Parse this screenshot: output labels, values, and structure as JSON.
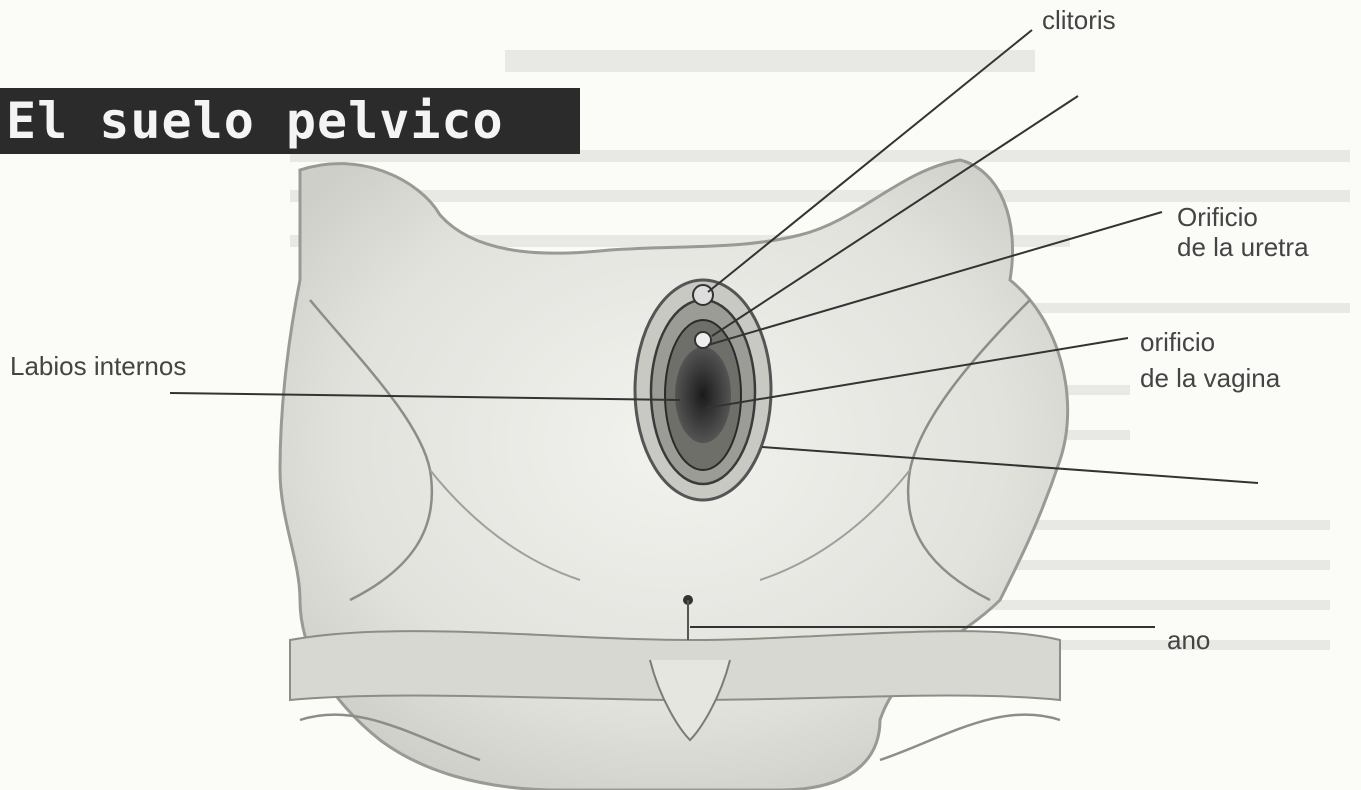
{
  "title": "El suelo pelvico",
  "labels": {
    "clitoris": "clitoris",
    "urethra_line1": "Orificio",
    "urethra_line2": "de la uretra",
    "labia": "Labios internos",
    "vagina_line1": "orificio",
    "vagina_line2": "de la vagina",
    "anus": "ano"
  }
}
